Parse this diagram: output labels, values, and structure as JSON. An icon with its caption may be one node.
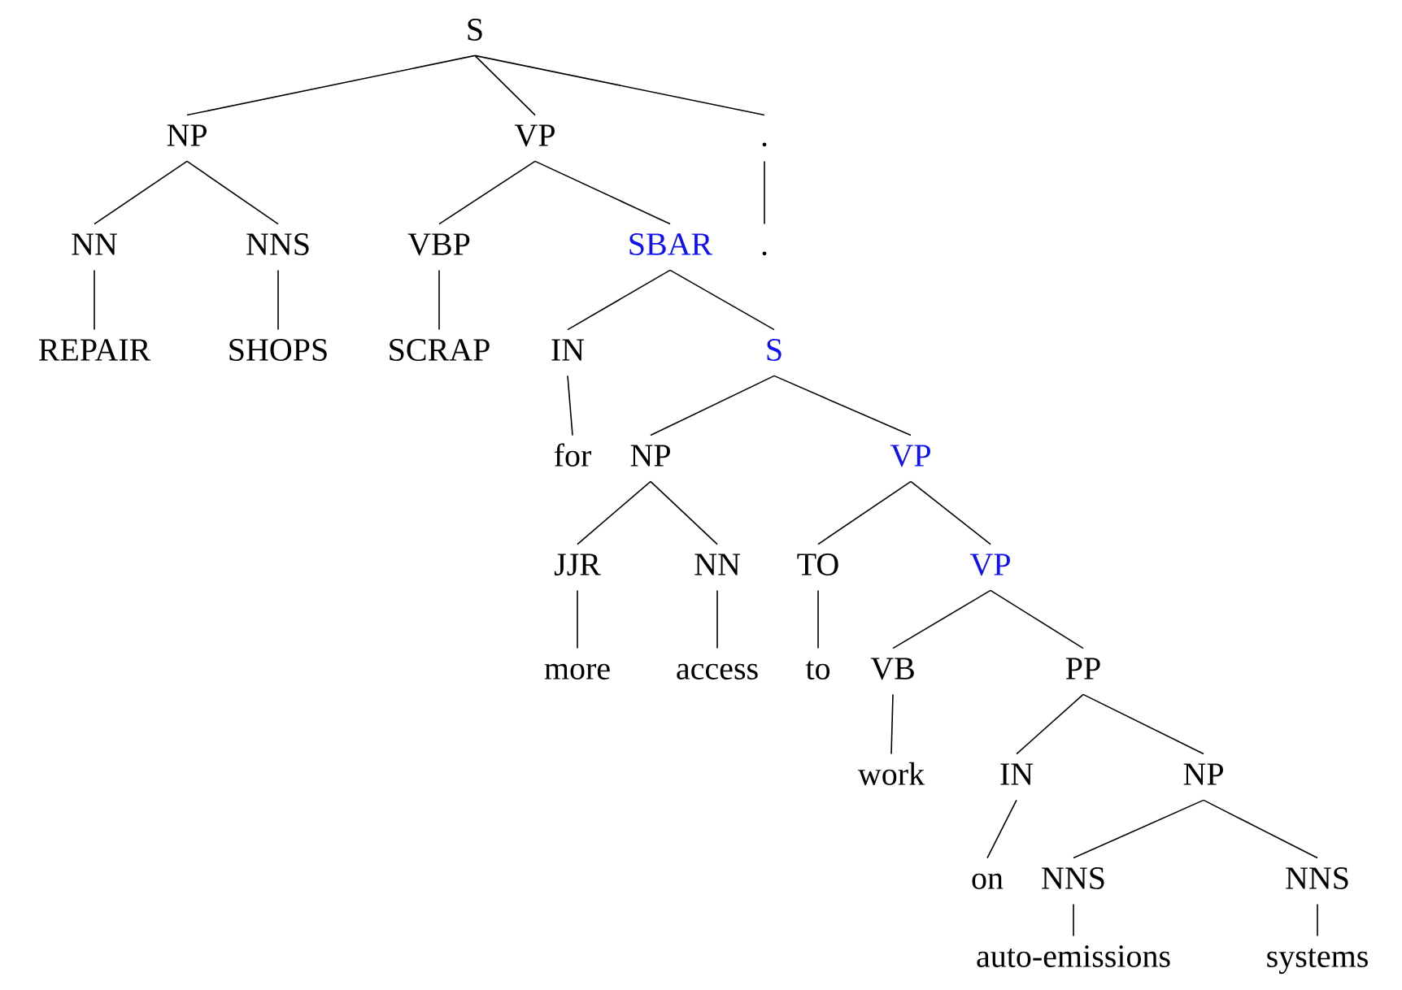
{
  "diagram": {
    "nodes": [
      {
        "text": [
          "S"
        ]
      },
      {
        "text": [
          "NP"
        ]
      },
      {
        "text": [
          "VP"
        ]
      },
      {
        "text": [
          "."
        ]
      },
      {
        "text": [
          "NN"
        ]
      },
      {
        "text": [
          "NNS"
        ]
      },
      {
        "text": [
          "VBP"
        ]
      },
      {
        "text": [
          "SBAR"
        ]
      },
      {
        "text": [
          "."
        ]
      },
      {
        "text": [
          "REPAIR"
        ]
      },
      {
        "text": [
          "SHOPS"
        ]
      },
      {
        "text": [
          "SCRAP"
        ]
      },
      {
        "text": [
          "IN"
        ]
      },
      {
        "text": [
          "S"
        ]
      },
      {
        "text": [
          "for"
        ]
      },
      {
        "text": [
          "NP"
        ]
      },
      {
        "text": [
          "VP"
        ]
      },
      {
        "text": [
          "JJR"
        ]
      },
      {
        "text": [
          "NN"
        ]
      },
      {
        "text": [
          "TO"
        ]
      },
      {
        "text": [
          "VP"
        ]
      },
      {
        "text": [
          "more"
        ]
      },
      {
        "text": [
          "access"
        ]
      },
      {
        "text": [
          "to"
        ]
      },
      {
        "text": [
          "VB"
        ]
      },
      {
        "text": [
          "PP"
        ]
      },
      {
        "text": [
          "work"
        ]
      },
      {
        "text": [
          "IN"
        ]
      },
      {
        "text": [
          "NP"
        ]
      },
      {
        "text": [
          "on"
        ]
      },
      {
        "text": [
          "NNS"
        ]
      },
      {
        "text": [
          "NNS"
        ]
      },
      {
        "text": [
          "auto-emissions"
        ]
      },
      {
        "text": [
          "systems"
        ]
      }
    ],
    "edges": [
      {
        "from": 0,
        "to": 1,
        "arrow": "none"
      },
      {
        "from": 0,
        "to": 2,
        "arrow": "none"
      },
      {
        "from": 0,
        "to": 3,
        "arrow": "none"
      },
      {
        "from": 1,
        "to": 4,
        "arrow": "none"
      },
      {
        "from": 1,
        "to": 5,
        "arrow": "none"
      },
      {
        "from": 2,
        "to": 6,
        "arrow": "none"
      },
      {
        "from": 2,
        "to": 7,
        "arrow": "none"
      },
      {
        "from": 3,
        "to": 8,
        "arrow": "none"
      },
      {
        "from": 4,
        "to": 9,
        "arrow": "none"
      },
      {
        "from": 5,
        "to": 10,
        "arrow": "none"
      },
      {
        "from": 6,
        "to": 11,
        "arrow": "none"
      },
      {
        "from": 7,
        "to": 12,
        "arrow": "none"
      },
      {
        "from": 7,
        "to": 13,
        "arrow": "none"
      },
      {
        "from": 12,
        "to": 14,
        "arrow": "none"
      },
      {
        "from": 13,
        "to": 15,
        "arrow": "none"
      },
      {
        "from": 13,
        "to": 16,
        "arrow": "none"
      },
      {
        "from": 15,
        "to": 17,
        "arrow": "none"
      },
      {
        "from": 15,
        "to": 18,
        "arrow": "none"
      },
      {
        "from": 16,
        "to": 19,
        "arrow": "none"
      },
      {
        "from": 16,
        "to": 20,
        "arrow": "none"
      },
      {
        "from": 17,
        "to": 21,
        "arrow": "none"
      },
      {
        "from": 18,
        "to": 22,
        "arrow": "none"
      },
      {
        "from": 19,
        "to": 23,
        "arrow": "none"
      },
      {
        "from": 20,
        "to": 24,
        "arrow": "none"
      },
      {
        "from": 20,
        "to": 25,
        "arrow": "none"
      },
      {
        "from": 24,
        "to": 26,
        "arrow": "none"
      },
      {
        "from": 25,
        "to": 27,
        "arrow": "none"
      },
      {
        "from": 25,
        "to": 28,
        "arrow": "none"
      },
      {
        "from": 27,
        "to": 29,
        "arrow": "none"
      },
      {
        "from": 28,
        "to": 30,
        "arrow": "none"
      },
      {
        "from": 28,
        "to": 31,
        "arrow": "none"
      },
      {
        "from": 30,
        "to": 32,
        "arrow": "none"
      },
      {
        "from": 31,
        "to": 33,
        "arrow": "none"
      }
    ]
  }
}
